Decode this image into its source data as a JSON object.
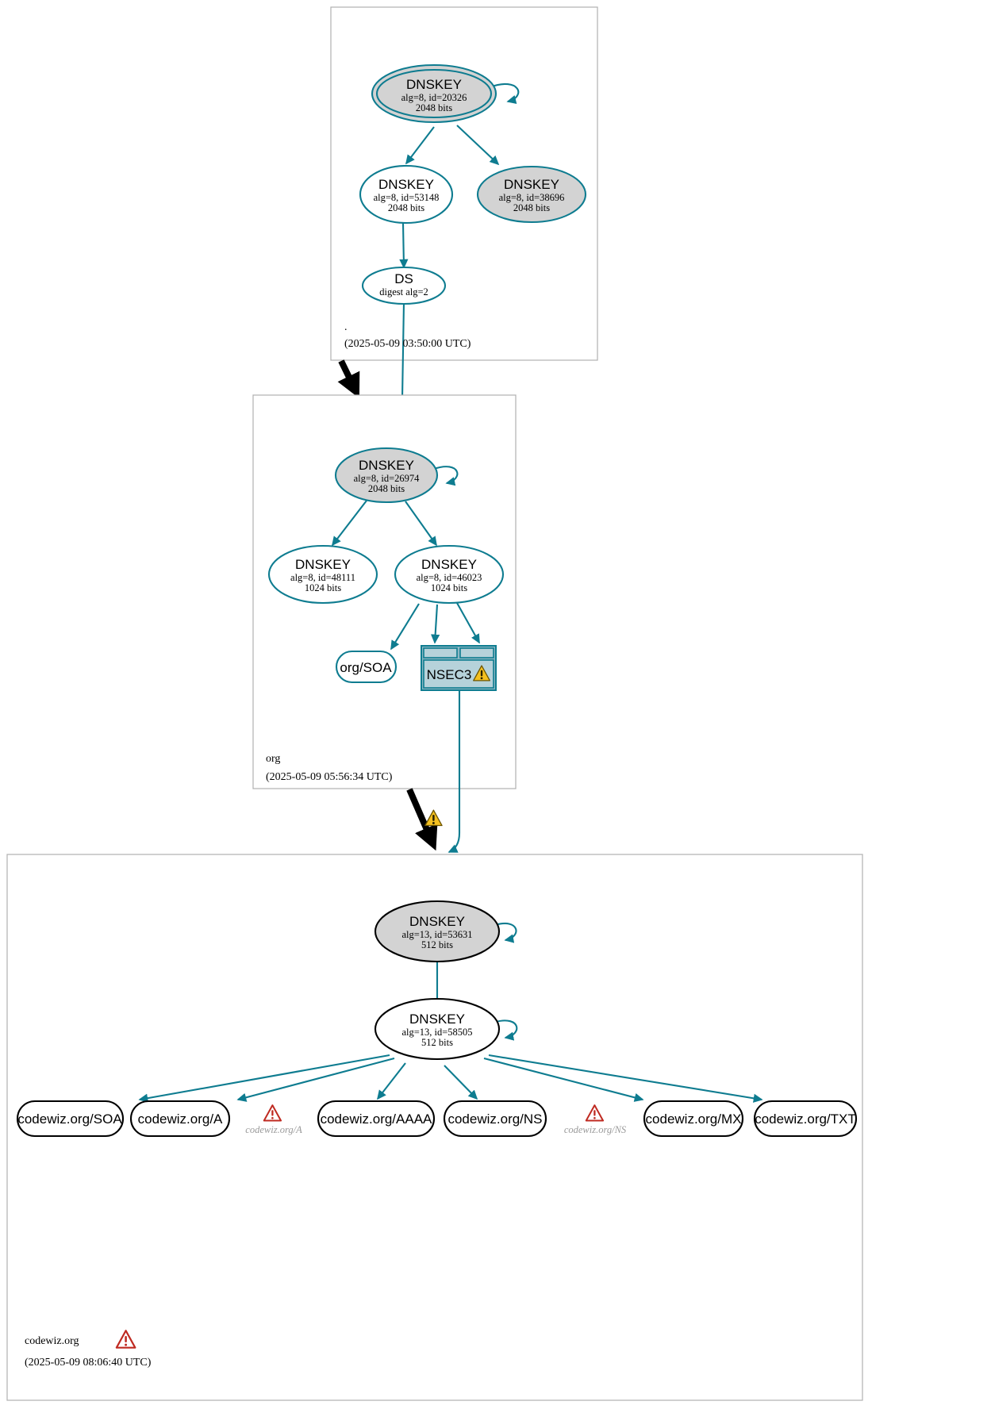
{
  "diagram": {
    "type": "dnssec-authentication-chain",
    "accent_color": "#0e7c90",
    "ksk_fill": "#d3d3d3",
    "zsk_fill": "#ffffff",
    "warning_color": "#c0392b"
  },
  "zones": [
    {
      "id": "root",
      "label": ".",
      "timestamp": "(2025-05-09 03:50:00 UTC)",
      "nodes": [
        {
          "id": "root-ksk-20326",
          "rrtype": "DNSKEY",
          "line2": "alg=8, id=20326",
          "line3": "2048 bits",
          "style": "ksk-sep"
        },
        {
          "id": "root-zsk-53148",
          "rrtype": "DNSKEY",
          "line2": "alg=8, id=53148",
          "line3": "2048 bits",
          "style": "zsk"
        },
        {
          "id": "root-ksk-38696",
          "rrtype": "DNSKEY",
          "line2": "alg=8, id=38696",
          "line3": "2048 bits",
          "style": "ksk"
        },
        {
          "id": "root-ds",
          "rrtype": "DS",
          "line2": "digest alg=2",
          "line3": "",
          "style": "ds"
        }
      ]
    },
    {
      "id": "org",
      "label": "org",
      "timestamp": "(2025-05-09 05:56:34 UTC)",
      "nodes": [
        {
          "id": "org-ksk-26974",
          "rrtype": "DNSKEY",
          "line2": "alg=8, id=26974",
          "line3": "2048 bits",
          "style": "ksk"
        },
        {
          "id": "org-zsk-48111",
          "rrtype": "DNSKEY",
          "line2": "alg=8, id=48111",
          "line3": "1024 bits",
          "style": "zsk"
        },
        {
          "id": "org-zsk-46023",
          "rrtype": "DNSKEY",
          "line2": "alg=8, id=46023",
          "line3": "1024 bits",
          "style": "zsk"
        },
        {
          "id": "org-soa",
          "rrtype": "org/SOA",
          "line2": "",
          "line3": "",
          "style": "rrset"
        },
        {
          "id": "org-nsec3",
          "rrtype": "NSEC3",
          "line2": "",
          "line3": "",
          "style": "nsec3",
          "warning": true
        }
      ]
    },
    {
      "id": "codewiz",
      "label": "codewiz.org",
      "timestamp": "(2025-05-09 08:06:40 UTC)",
      "warning": true,
      "nodes": [
        {
          "id": "cw-ksk-53631",
          "rrtype": "DNSKEY",
          "line2": "alg=13, id=53631",
          "line3": "512 bits",
          "style": "ksk"
        },
        {
          "id": "cw-zsk-58505",
          "rrtype": "DNSKEY",
          "line2": "alg=13, id=58505",
          "line3": "512 bits",
          "style": "zsk"
        }
      ],
      "rrsets": [
        {
          "id": "cw-soa",
          "label": "codewiz.org/SOA"
        },
        {
          "id": "cw-a",
          "label": "codewiz.org/A"
        },
        {
          "id": "cw-aaaa",
          "label": "codewiz.org/AAAA"
        },
        {
          "id": "cw-ns",
          "label": "codewiz.org/NS"
        },
        {
          "id": "cw-mx",
          "label": "codewiz.org/MX"
        },
        {
          "id": "cw-txt",
          "label": "codewiz.org/TXT"
        }
      ],
      "errors": [
        {
          "id": "cw-err-a",
          "label": "codewiz.org/A"
        },
        {
          "id": "cw-err-ns",
          "label": "codewiz.org/NS"
        }
      ]
    }
  ],
  "icons": {
    "warning": "warning-triangle-icon",
    "error": "error-triangle-icon"
  }
}
